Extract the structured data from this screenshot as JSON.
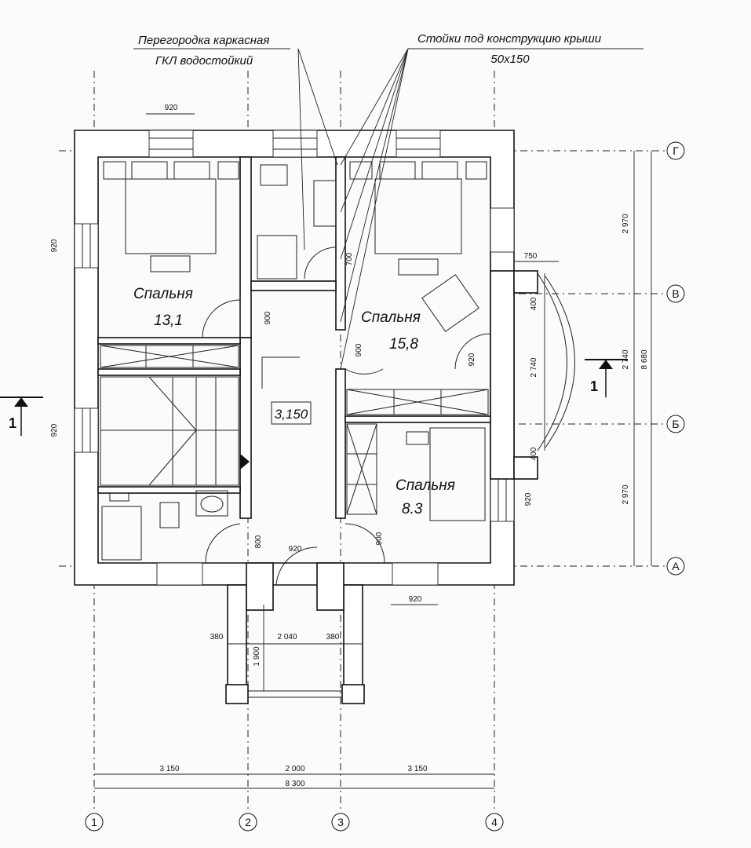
{
  "callouts": {
    "partition_line1": "Перегородка каркасная",
    "partition_line2": "ГКЛ водостойкий",
    "posts_line1": "Стойки под конструкцию крыши",
    "posts_line2": "50x150"
  },
  "rooms": [
    {
      "name": "Спальня",
      "area": "13,1"
    },
    {
      "name": "Спальня",
      "area": "15,8"
    },
    {
      "name": "Спальня",
      "area": "8.3"
    }
  ],
  "hall_level": "3,150",
  "axes": {
    "columns": [
      "1",
      "2",
      "3",
      "4"
    ],
    "rows": [
      "Г",
      "В",
      "Б",
      "А"
    ]
  },
  "section_mark": "1",
  "dimensions": {
    "top_window": "920",
    "left_upper": "920",
    "left_lower": "920",
    "door_upper_left": "900",
    "door_hall_right": "900",
    "partition_door": "700",
    "bay_width": "750",
    "bay_400_top": "400",
    "bay_400_bottom": "400",
    "bay_2740": "2 740",
    "right_door": "920",
    "right_window_low": "920",
    "door_lower_right": "900",
    "door_lower_left": "800",
    "entrance_door": "920",
    "bottom_window": "920",
    "porch_left": "380",
    "porch_mid": "2 040",
    "porch_right": "380",
    "porch_depth": "1 900",
    "chain_1": "3 150",
    "chain_2": "2 000",
    "chain_3": "3 150",
    "overall": "8 300",
    "right_2970_top": "2 970",
    "right_2740": "2 740",
    "right_2970_bottom": "2 970",
    "right_overall": "8 680"
  }
}
